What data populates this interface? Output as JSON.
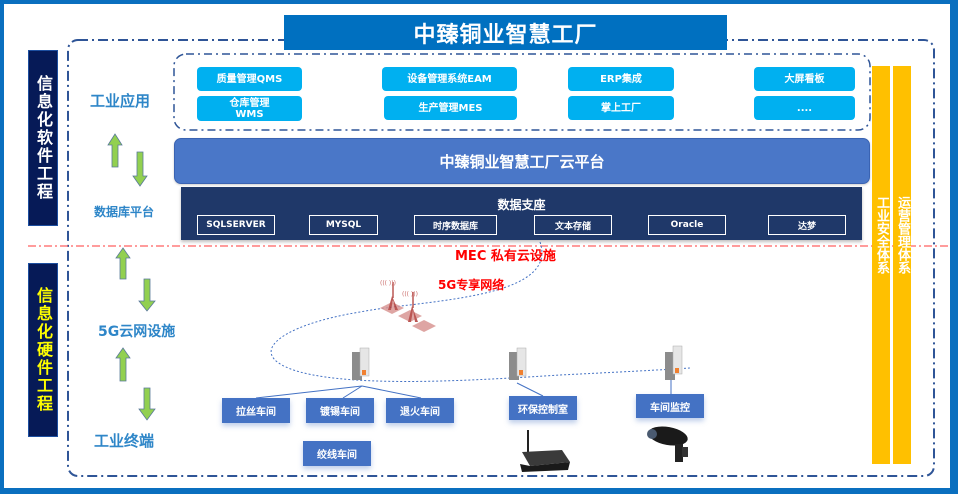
{
  "title": "中臻铜业智慧工厂",
  "side_labels": {
    "software": "信息化软件工程",
    "hardware": "信息化硬件工程"
  },
  "layer_labels": {
    "industrial_apps": "工业应用",
    "database_platform": "数据库平台",
    "network_5g": "5G云网设施",
    "industrial_terminal": "工业终端"
  },
  "apps": [
    {
      "label": "质量管理QMS"
    },
    {
      "label": "设备管理系统EAM"
    },
    {
      "label": "ERP集成"
    },
    {
      "label": "大屏看板"
    },
    {
      "label": "仓库管理\nWMS"
    },
    {
      "label": "生产管理MES"
    },
    {
      "label": "掌上工厂"
    },
    {
      "label": "...."
    }
  ],
  "cloud_platform": "中臻铜业智慧工厂云平台",
  "data_foundation": {
    "title": "数据支座",
    "items": [
      "SQLSERVER",
      "MYSQL",
      "时序数据库",
      "文本存储",
      "Oracle",
      "达梦"
    ]
  },
  "mec_label": "MEC 私有云设施",
  "network_label": "5G专享网络",
  "workshops": {
    "drawing": "拉丝车间",
    "tinning": "镀锡车间",
    "annealing": "退火车间",
    "stranding": "绞线车间",
    "env_control": "环保控制室",
    "monitoring": "车间监控"
  },
  "pillars": {
    "security": "工业安全体系",
    "operations": "运营管理体系"
  },
  "colors": {
    "frame": "#0a6fbf",
    "title_bg": "#0070c0",
    "app_btn": "#00b0f0",
    "cloud": "#4a77c8",
    "db_panel": "#1f3869",
    "workshop": "#4472c4",
    "pillar": "#ffc000",
    "red": "#ff0000",
    "arrow": "#92d050"
  }
}
